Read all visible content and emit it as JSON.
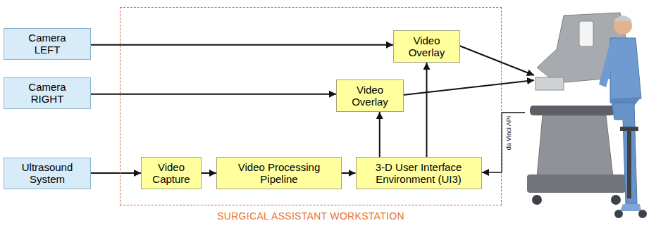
{
  "diagram": {
    "nodes": [
      {
        "text": [
          "Camera LEFT"
        ]
      },
      {
        "text": [
          "Camera RIGHT"
        ]
      },
      {
        "text": [
          "Ultrasound System"
        ]
      },
      {
        "text": [
          "SURGICAL ASSISTANT WORKSTATION"
        ]
      },
      {
        "text": [
          "Video Overlay"
        ],
        "in": 3
      },
      {
        "text": [
          "Video Overlay"
        ],
        "in": 3
      },
      {
        "text": [
          "Video Capture"
        ],
        "in": 3
      },
      {
        "text": [
          "Video Processing Pipeline"
        ],
        "in": 3
      },
      {
        "text": [
          "3-D User Interface Environment (UI3)"
        ],
        "in": 3
      }
    ],
    "edges": [
      {
        "from": 0,
        "to": 4,
        "arrow": "to"
      },
      {
        "from": 1,
        "to": 5,
        "arrow": "to"
      },
      {
        "from": 2,
        "to": 6,
        "arrow": "to"
      },
      {
        "from": 6,
        "to": 7,
        "arrow": "to"
      },
      {
        "from": 7,
        "to": 8,
        "arrow": "to"
      },
      {
        "from": 8,
        "to": 5,
        "arrow": "to"
      },
      {
        "from": 8,
        "to": 4,
        "arrow": "to"
      }
    ],
    "labels": [
      "da Vinci API"
    ]
  }
}
